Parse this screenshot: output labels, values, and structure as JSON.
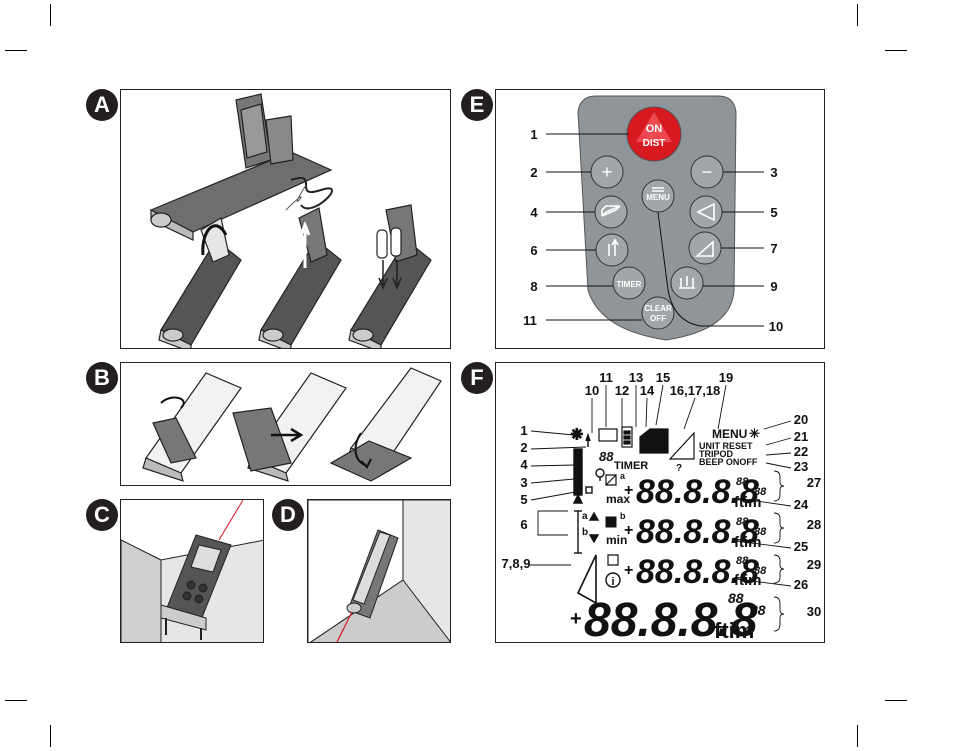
{
  "panels": {
    "A": {
      "badge": "A"
    },
    "B": {
      "badge": "B"
    },
    "C": {
      "badge": "C"
    },
    "D": {
      "badge": "D"
    },
    "E": {
      "badge": "E"
    },
    "F": {
      "badge": "F"
    }
  },
  "keypad": {
    "buttons": {
      "on_dist_top": "ON",
      "on_dist_bottom": "DIST",
      "plus": "+",
      "minus": "−",
      "menu": "MENU",
      "timer": "TIMER",
      "clear_top": "CLEAR",
      "clear_bottom": "OFF"
    },
    "callouts": [
      "1",
      "2",
      "3",
      "4",
      "5",
      "6",
      "7",
      "8",
      "9",
      "10",
      "11"
    ]
  },
  "display": {
    "top_numbers": [
      "11",
      "13",
      "15",
      "19",
      "10",
      "12",
      "14",
      "16,17,18"
    ],
    "left_numbers": [
      "1",
      "2",
      "4",
      "3",
      "5",
      "6",
      "7,8,9"
    ],
    "right_numbers": [
      "20",
      "21",
      "22",
      "23",
      "27",
      "24",
      "28",
      "25",
      "29",
      "26",
      "30"
    ],
    "menu_text": "MENU",
    "unit_reset": "UNIT RESET",
    "tripod": "TRIPOD",
    "beep": "BEEP ONOFF",
    "timer": "TIMER",
    "digits": "88.8.8.8",
    "small_digits": "88",
    "frac1": "88",
    "frac2": "88",
    "unit": "ftim",
    "max": "max",
    "min": "min",
    "label_a": "a",
    "label_b": "b",
    "question": "?"
  }
}
